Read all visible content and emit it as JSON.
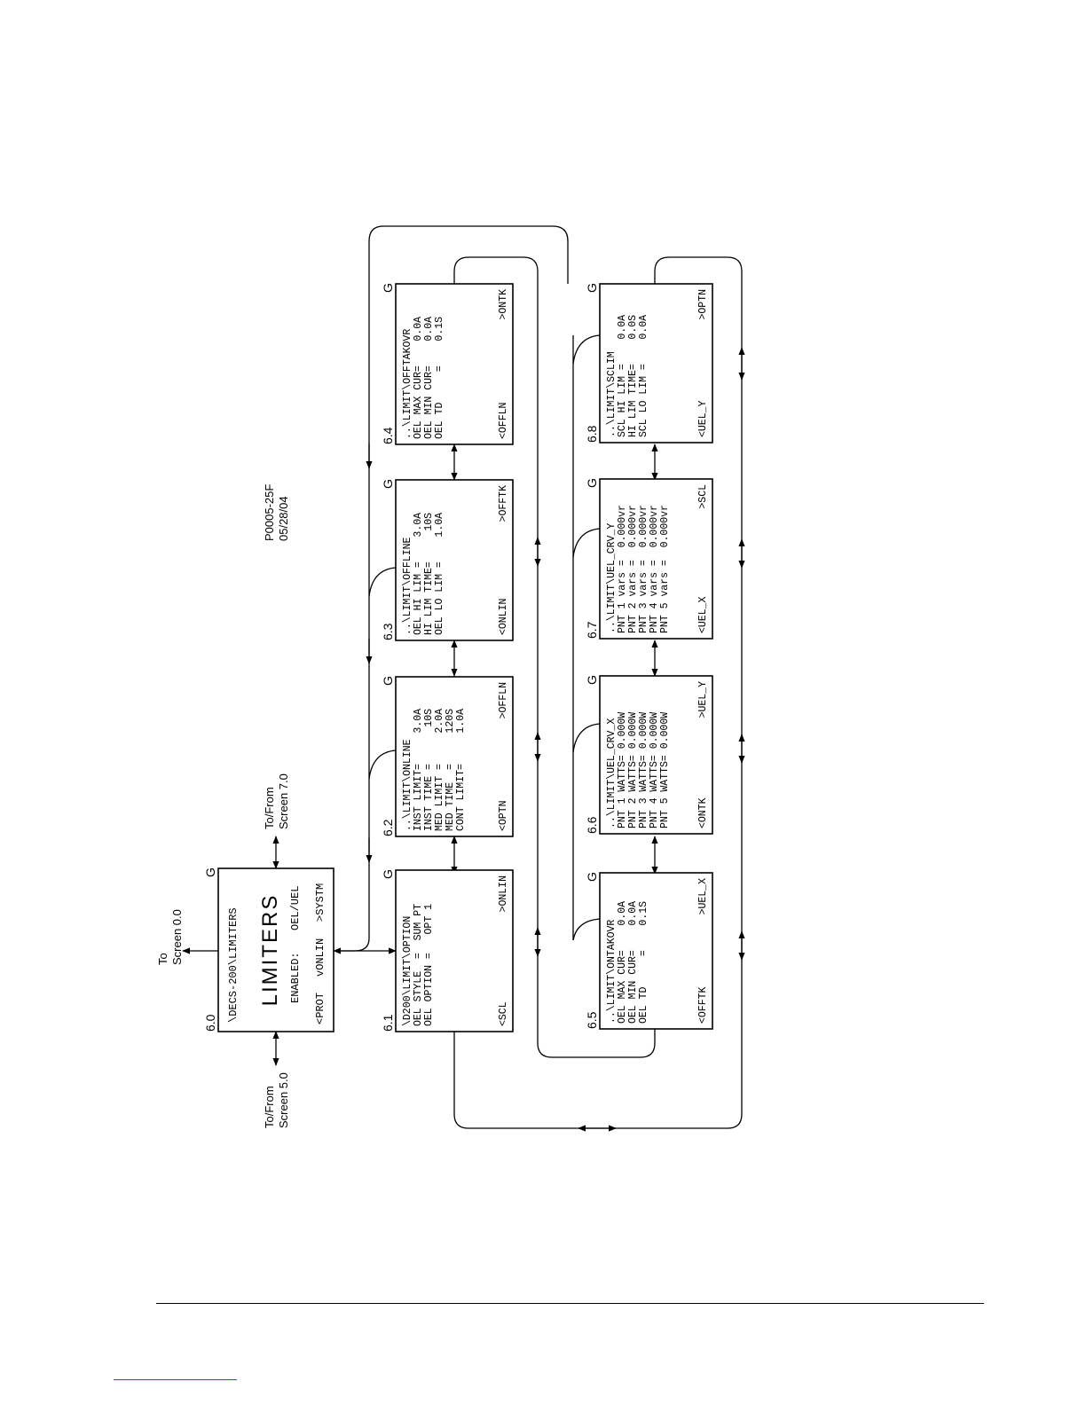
{
  "figure_id": "P0005-25F",
  "figure_date": "05/28/04",
  "colors": {
    "ink": "#000000",
    "paper": "#ffffff",
    "footer_link": "#1f4fd8"
  },
  "screens": {
    "s60": {
      "number": "6.0",
      "status": "G",
      "path": "\\DECS-200\\LIMITERS",
      "title": "LIMITERS",
      "enabled_label": "ENABLED:",
      "enabled_value": "OEL/UEL",
      "nav_left": "<PROT",
      "nav_down": "vONLIN",
      "nav_right": ">SYSTM"
    },
    "s61": {
      "number": "6.1",
      "status": "G",
      "lines": [
        "\\D200\\LIMIT\\OPTION",
        "OEL STYLE  =  SUM PT",
        "OEL OPTION =   OPT 1"
      ],
      "nav_left": "<SCL",
      "nav_right": ">ONLIN"
    },
    "s62": {
      "number": "6.2",
      "status": "G",
      "lines": [
        "..\\LIMIT\\ONLINE",
        "INST LIMIT=     3.0A",
        "INST TIME =      10S",
        "MED LIMIT =     2.0A",
        "MED TIME  =     120S",
        "CONT LIMIT=     1.0A"
      ],
      "nav_left": "<OPTN",
      "nav_right": ">OFFLN"
    },
    "s63": {
      "number": "6.3",
      "status": "G",
      "lines": [
        "..\\LIMIT\\OFFLINE",
        "OEL HI LIM =    3.0A",
        "HI LIM TIME=     10S",
        "OEL LO LIM =    1.0A"
      ],
      "nav_left": "<ONLIN",
      "nav_right": ">OFFTK"
    },
    "s64": {
      "number": "6.4",
      "status": "G",
      "lines": [
        "..\\LIMIT\\OFFTAKOVR",
        "OEL MAX CUR=    0.0A",
        "OEL MIN CUR=    0.0A",
        "OEL TD     =    0.1S"
      ],
      "nav_left": "<OFFLN",
      "nav_right": ">ONTK"
    },
    "s65": {
      "number": "6.5",
      "status": "G",
      "lines": [
        "..\\LIMIT\\ONTAKOVR",
        "OEL MAX CUR=    0.0A",
        "OEL MIN CUR=    0.0A",
        "OEL TD     =    0.1S"
      ],
      "nav_left": "<OFFTK",
      "nav_right": ">UEL_X"
    },
    "s66": {
      "number": "6.6",
      "status": "G",
      "lines": [
        "..\\LIMIT\\UEL_CRV_X",
        "PNT 1 WATTS= 0.000W",
        "PNT 2 WATTS= 0.000W",
        "PNT 3 WATTS= 0.000W",
        "PNT 4 WATTS= 0.000W",
        "PNT 5 WATTS= 0.000W"
      ],
      "nav_left": "<ONTK",
      "nav_right": ">UEL_Y"
    },
    "s67": {
      "number": "6.7",
      "status": "G",
      "lines": [
        "..\\LIMIT\\UEL_CRV_Y",
        "PNT 1 vars =  0.000vr",
        "PNT 2 vars =  0.000vr",
        "PNT 3 vars =  0.000vr",
        "PNT 4 vars =  0.000vr",
        "PNT 5 vars =  0.000vr"
      ],
      "nav_left": "<UEL_X",
      "nav_right": ">SCL"
    },
    "s68": {
      "number": "6.8",
      "status": "G",
      "lines": [
        "..\\LIMIT\\SCLIM",
        "SCL HI LIM =    0.0A",
        "HI LIM TIME=    0.0S",
        "SCL LO LIM =    0.0A"
      ],
      "nav_left": "<UEL_Y",
      "nav_right": ">OPTN"
    }
  },
  "external_links": {
    "to_screen_00": [
      "To",
      "Screen 0.0"
    ],
    "to_from_screen_70": [
      "To/From",
      "Screen 7.0"
    ],
    "to_from_screen_50": [
      "To/From",
      "Screen 5.0"
    ]
  }
}
